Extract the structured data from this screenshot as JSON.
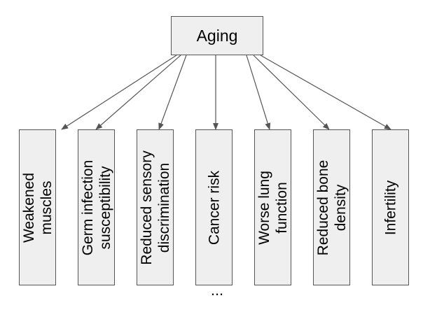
{
  "root": {
    "label": "Aging"
  },
  "effects": [
    {
      "label": "Weakened\nmuscles"
    },
    {
      "label": "Germ infection\nsusceptibility"
    },
    {
      "label": "Reduced sensory\ndiscrimination"
    },
    {
      "label": "Cancer risk"
    },
    {
      "label": "Worse lung\nfunction"
    },
    {
      "label": "Reduced bone\ndensity"
    },
    {
      "label": "Infertility"
    }
  ],
  "continuation": "...",
  "colors": {
    "box_fill": "#efefef",
    "box_border": "#555555",
    "arrow": "#555555"
  }
}
